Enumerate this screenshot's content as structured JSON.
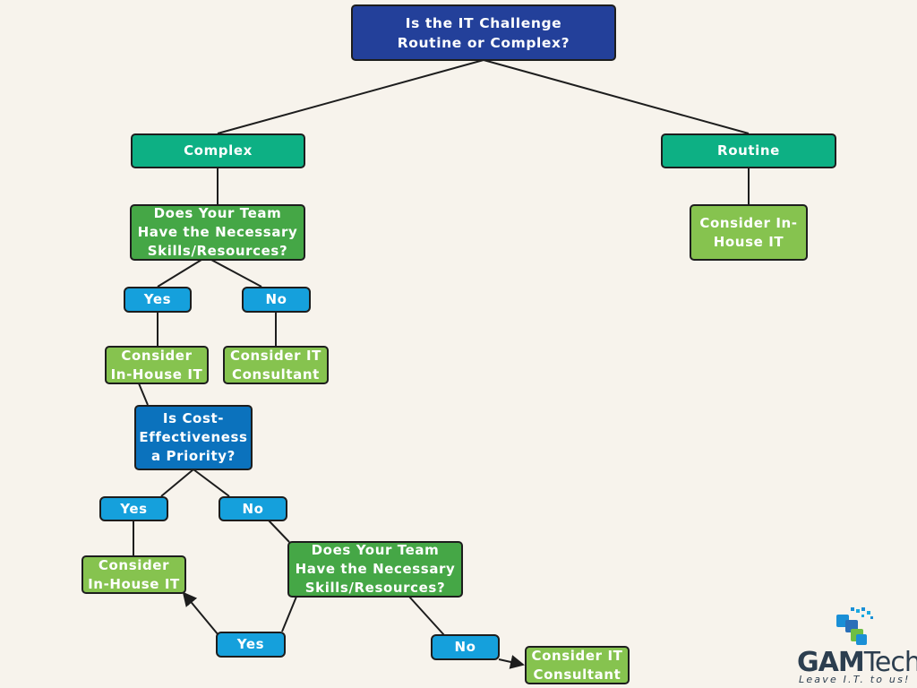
{
  "nodes": {
    "root": "Is the IT Challenge\nRoutine or Complex?",
    "complex": "Complex",
    "routine": "Routine",
    "routine_consider": "Consider In-\nHouse IT",
    "skills_q1": "Does Your Team\nHave the Necessary\nSkills/Resources?",
    "yes1": "Yes",
    "no1": "No",
    "consider_inhouse_1": "Consider\nIn-House IT",
    "consider_consultant_1": "Consider IT\nConsultant",
    "cost_q": "Is Cost-\nEffectiveness\na Priority?",
    "yes2": "Yes",
    "no2": "No",
    "consider_inhouse_2": "Consider\nIn-House IT",
    "skills_q2": "Does Your Team\nHave the Necessary\nSkills/Resources?",
    "yes3": "Yes",
    "no3": "No",
    "consider_consultant_2": "Consider IT\nConsultant"
  },
  "logo": {
    "brand_bold": "GAM",
    "brand_regular": "Tech",
    "tagline": "Leave I.T. to us!"
  },
  "colors": {
    "root": "#23409a",
    "branch": "#0db084",
    "question": "#45a746",
    "outcome": "#86c34f",
    "cost_question": "#0b72bd",
    "answer": "#15a0dc"
  }
}
